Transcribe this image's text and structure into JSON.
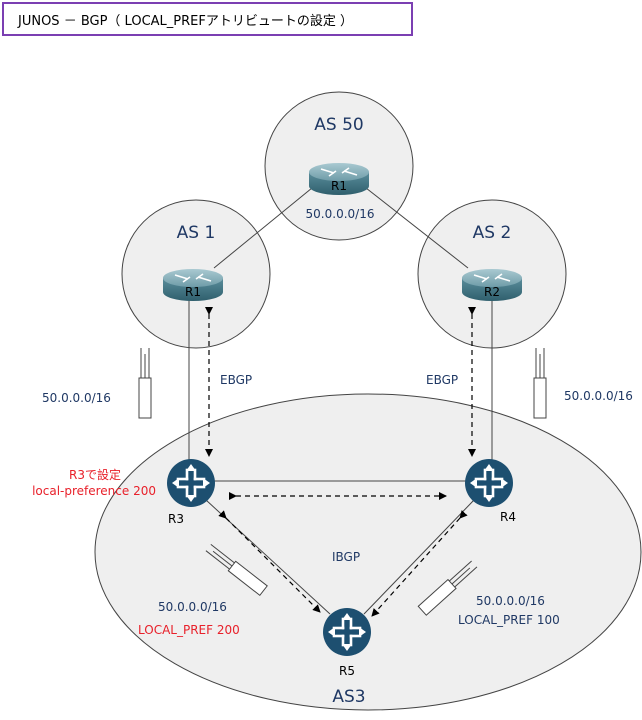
{
  "title": "JUNOS － BGP（ LOCAL_PREFアトリビュートの設定 ）",
  "as_areas": {
    "as50": "AS 50",
    "as1": "AS 1",
    "as2": "AS 2",
    "as3": "AS3"
  },
  "routers": {
    "as50_r1": "R1",
    "as1_r1": "R1",
    "as2_r2": "R2",
    "r3": "R3",
    "r4": "R4",
    "r5": "R5"
  },
  "links": {
    "ebgp_left": "EBGP",
    "ebgp_right": "EBGP",
    "ibgp": "IBGP"
  },
  "networks": {
    "as50_network": "50.0.0.0/16",
    "left_network": "50.0.0.0/16",
    "right_network": "50.0.0.0/16",
    "r3_to_r5_network": "50.0.0.0/16",
    "r4_to_r5_network": "50.0.0.0/16"
  },
  "annotations": {
    "r3_config_line1": "R3で設定",
    "r3_config_line2": "local-preference 200",
    "local_pref_200": "LOCAL_PREF 200",
    "local_pref_100": "LOCAL_PREF 100"
  },
  "colors": {
    "title_border": "#7b3fb2",
    "label_blue": "#1f3864",
    "label_red": "#e8202a",
    "juniper_router": "#1d4f70",
    "cisco_router": "#4a7f8f",
    "circle_fill": "#efefef"
  }
}
